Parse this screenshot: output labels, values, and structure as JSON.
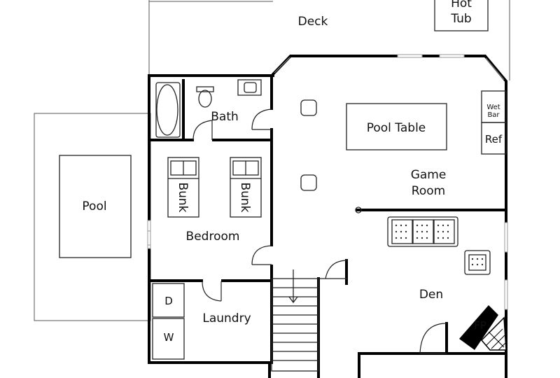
{
  "rooms": {
    "deck": "Deck",
    "hot_tub_line1": "Hot",
    "hot_tub_line2": "Tub",
    "bath": "Bath",
    "pool": "Pool",
    "pool_table": "Pool Table",
    "wet_bar_line1": "Wet",
    "wet_bar_line2": "Bar",
    "ref": "Ref",
    "game_room_line1": "Game",
    "game_room_line2": "Room",
    "bunk_left": "Bunk",
    "bunk_right": "Bunk",
    "bedroom": "Bedroom",
    "den": "Den",
    "dryer": "D",
    "washer": "W",
    "laundry": "Laundry",
    "fireplace": "FP"
  }
}
